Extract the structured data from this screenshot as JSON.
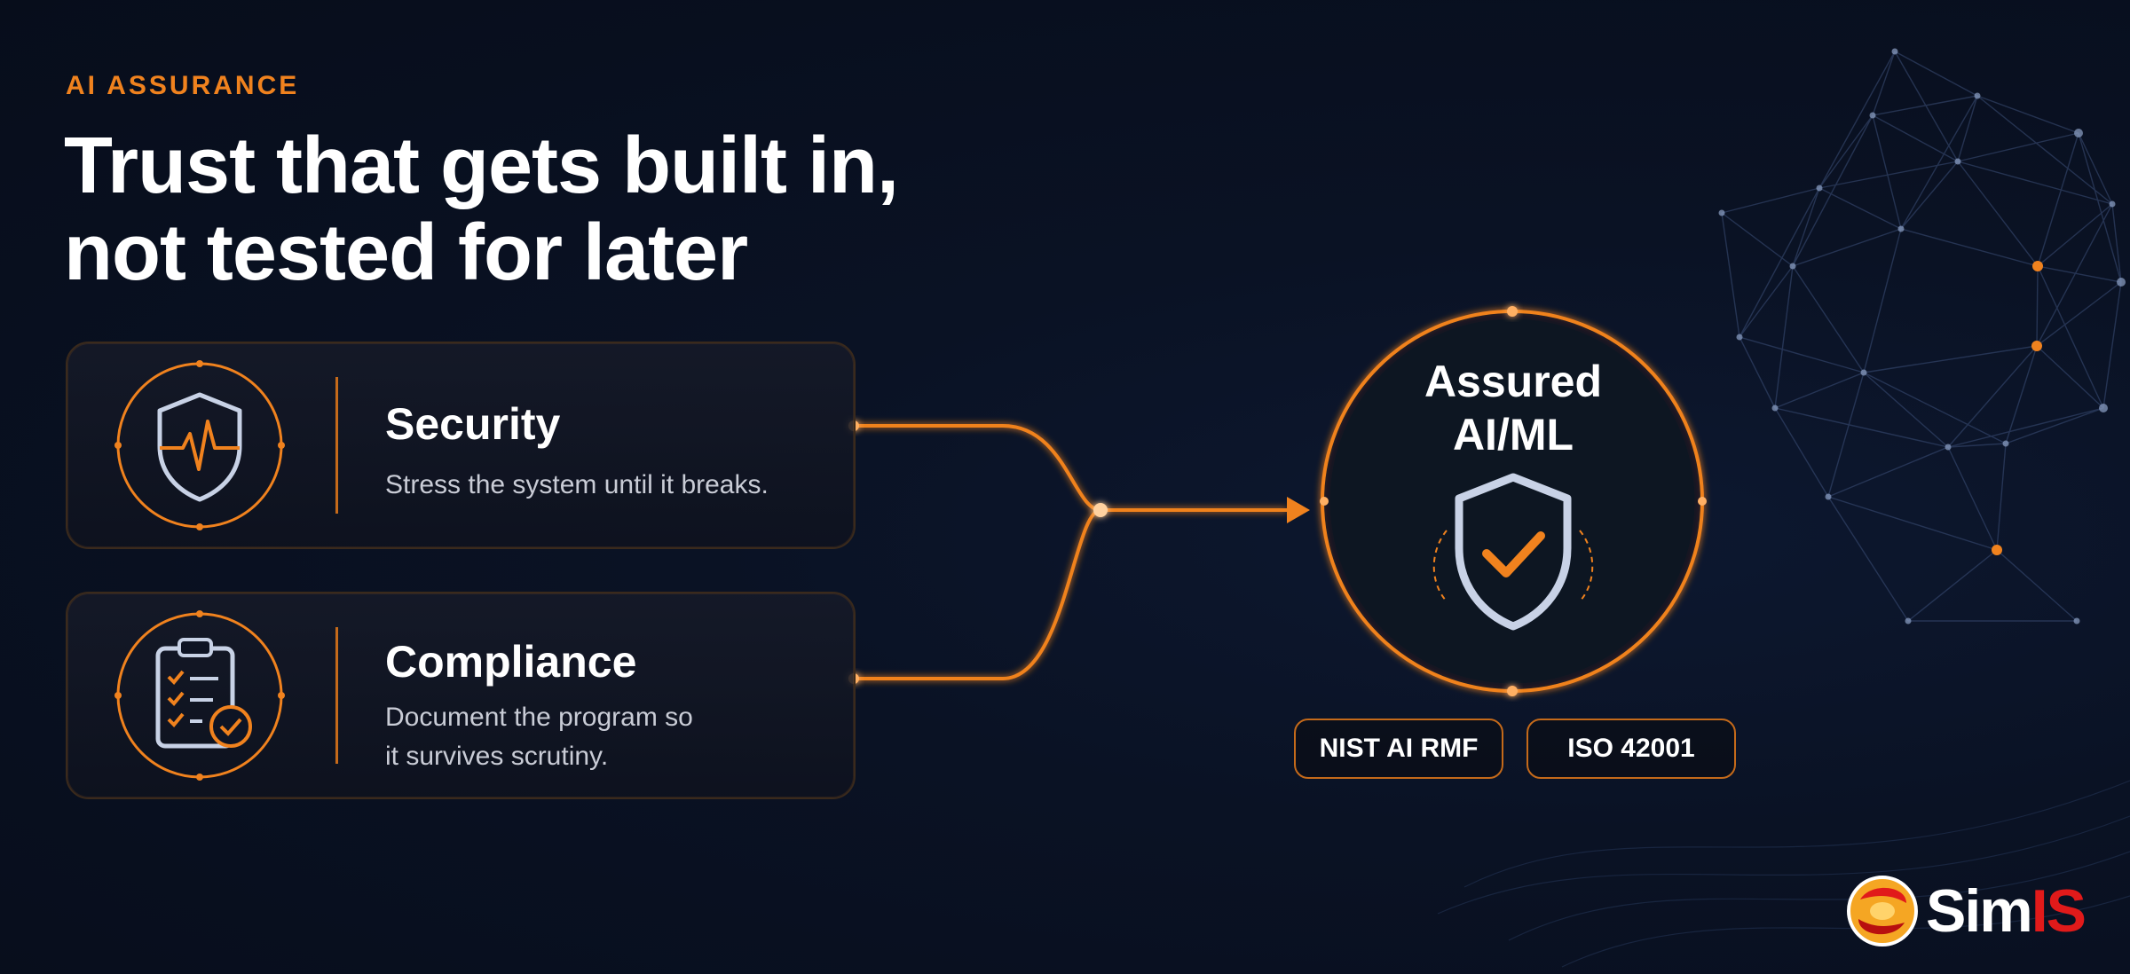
{
  "eyebrow": "AI ASSURANCE",
  "headline": {
    "line1": "Trust that gets built in,",
    "line2": "not tested for later"
  },
  "cards": [
    {
      "title": "Security",
      "text": "Stress the system until it breaks.",
      "icon": "shield-pulse-icon"
    },
    {
      "title": "Compliance",
      "text_line1": "Document the program so",
      "text_line2": "it survives scrutiny.",
      "icon": "clipboard-checklist-icon"
    }
  ],
  "result": {
    "title_line1": "Assured",
    "title_line2": "AI/ML",
    "icon": "shield-check-icon"
  },
  "badges": [
    "NIST AI RMF",
    "ISO 42001"
  ],
  "logo": {
    "part1": "Sim",
    "part2": "IS"
  },
  "colors": {
    "accent": "#f0821e",
    "background": "#0a1224",
    "text": "#ffffff",
    "muted_text": "#c9ccd6",
    "logo_red": "#e11a1a",
    "shield_outline": "#c8d2e6"
  }
}
